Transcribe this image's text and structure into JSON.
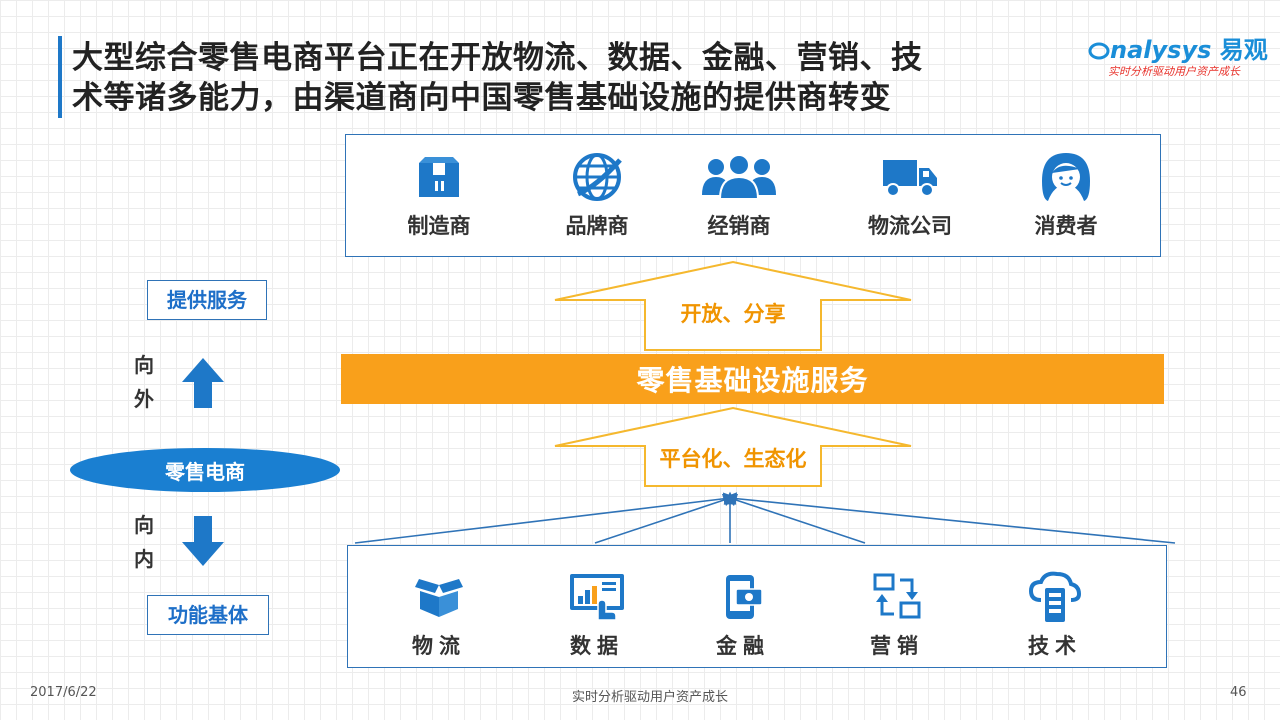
{
  "title": {
    "line1": "大型综合零售电商平台正在开放物流、数据、金融、营销、技",
    "line2": "术等诸多能力，由渠道商向中国零售基础设施的提供商转变"
  },
  "logo": {
    "name_latin": "nalysys",
    "name_cn": "易观",
    "slogan": "实时分析驱动用户资产成长"
  },
  "top_entities": [
    {
      "label": "制造商",
      "icon": "box-icon"
    },
    {
      "label": "品牌商",
      "icon": "globe-icon"
    },
    {
      "label": "经销商",
      "icon": "people-icon"
    },
    {
      "label": "物流公司",
      "icon": "truck-icon"
    },
    {
      "label": "消费者",
      "icon": "consumer-icon"
    }
  ],
  "upper_arrow_label": "开放、分享",
  "band_label": "零售基础设施服务",
  "lower_arrow_label": "平台化、生态化",
  "capabilities": [
    {
      "label": "物流",
      "icon": "open-box-icon"
    },
    {
      "label": "数据",
      "icon": "data-screen-icon"
    },
    {
      "label": "金融",
      "icon": "phone-money-icon"
    },
    {
      "label": "营销",
      "icon": "marketing-icon"
    },
    {
      "label": "技术",
      "icon": "cloud-server-icon"
    }
  ],
  "side": {
    "provide_services": "提供服务",
    "outward": [
      "向",
      "外"
    ],
    "center": "零售电商",
    "inward": [
      "向",
      "内"
    ],
    "functional_base": "功能基体"
  },
  "footer": {
    "date": "2017/6/22",
    "center": "实时分析驱动用户资产成长",
    "page": "46"
  },
  "colors": {
    "primary_blue": "#1e78c8",
    "orange": "#f9a01b",
    "arrow_outline": "#f5b82e"
  }
}
